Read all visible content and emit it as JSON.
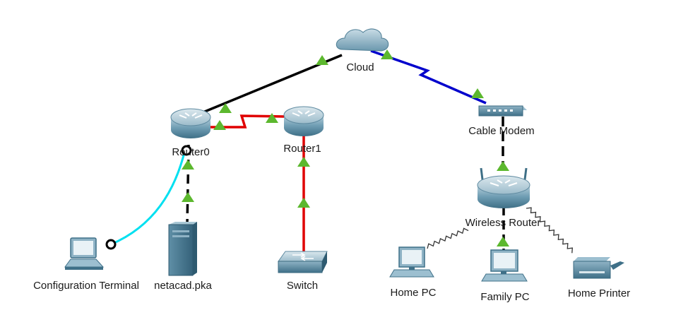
{
  "devices": {
    "cloud": {
      "label": "Cloud",
      "icon": "cloud-icon"
    },
    "cable_modem": {
      "label": "Cable Modem",
      "icon": "cable-modem-icon"
    },
    "router0": {
      "label": "Router0",
      "icon": "router-icon"
    },
    "router1": {
      "label": "Router1",
      "icon": "router-icon"
    },
    "wireless_router": {
      "label": "Wireless Router",
      "icon": "wireless-router-icon"
    },
    "config_terminal": {
      "label": "Configuration Terminal",
      "icon": "laptop-icon"
    },
    "server": {
      "label": "netacad.pka",
      "icon": "server-icon"
    },
    "switch": {
      "label": "Switch",
      "icon": "switch-icon"
    },
    "home_pc": {
      "label": "Home PC",
      "icon": "pc-icon"
    },
    "family_pc": {
      "label": "Family PC",
      "icon": "pc-icon"
    },
    "home_printer": {
      "label": "Home Printer",
      "icon": "printer-icon"
    }
  },
  "colors": {
    "ethernet": "#000000",
    "serial": "#e00000",
    "coax": "#0000cc",
    "console": "#00e0f0",
    "link_up": "#5cb82e",
    "device_blue": "#4a86a0"
  }
}
